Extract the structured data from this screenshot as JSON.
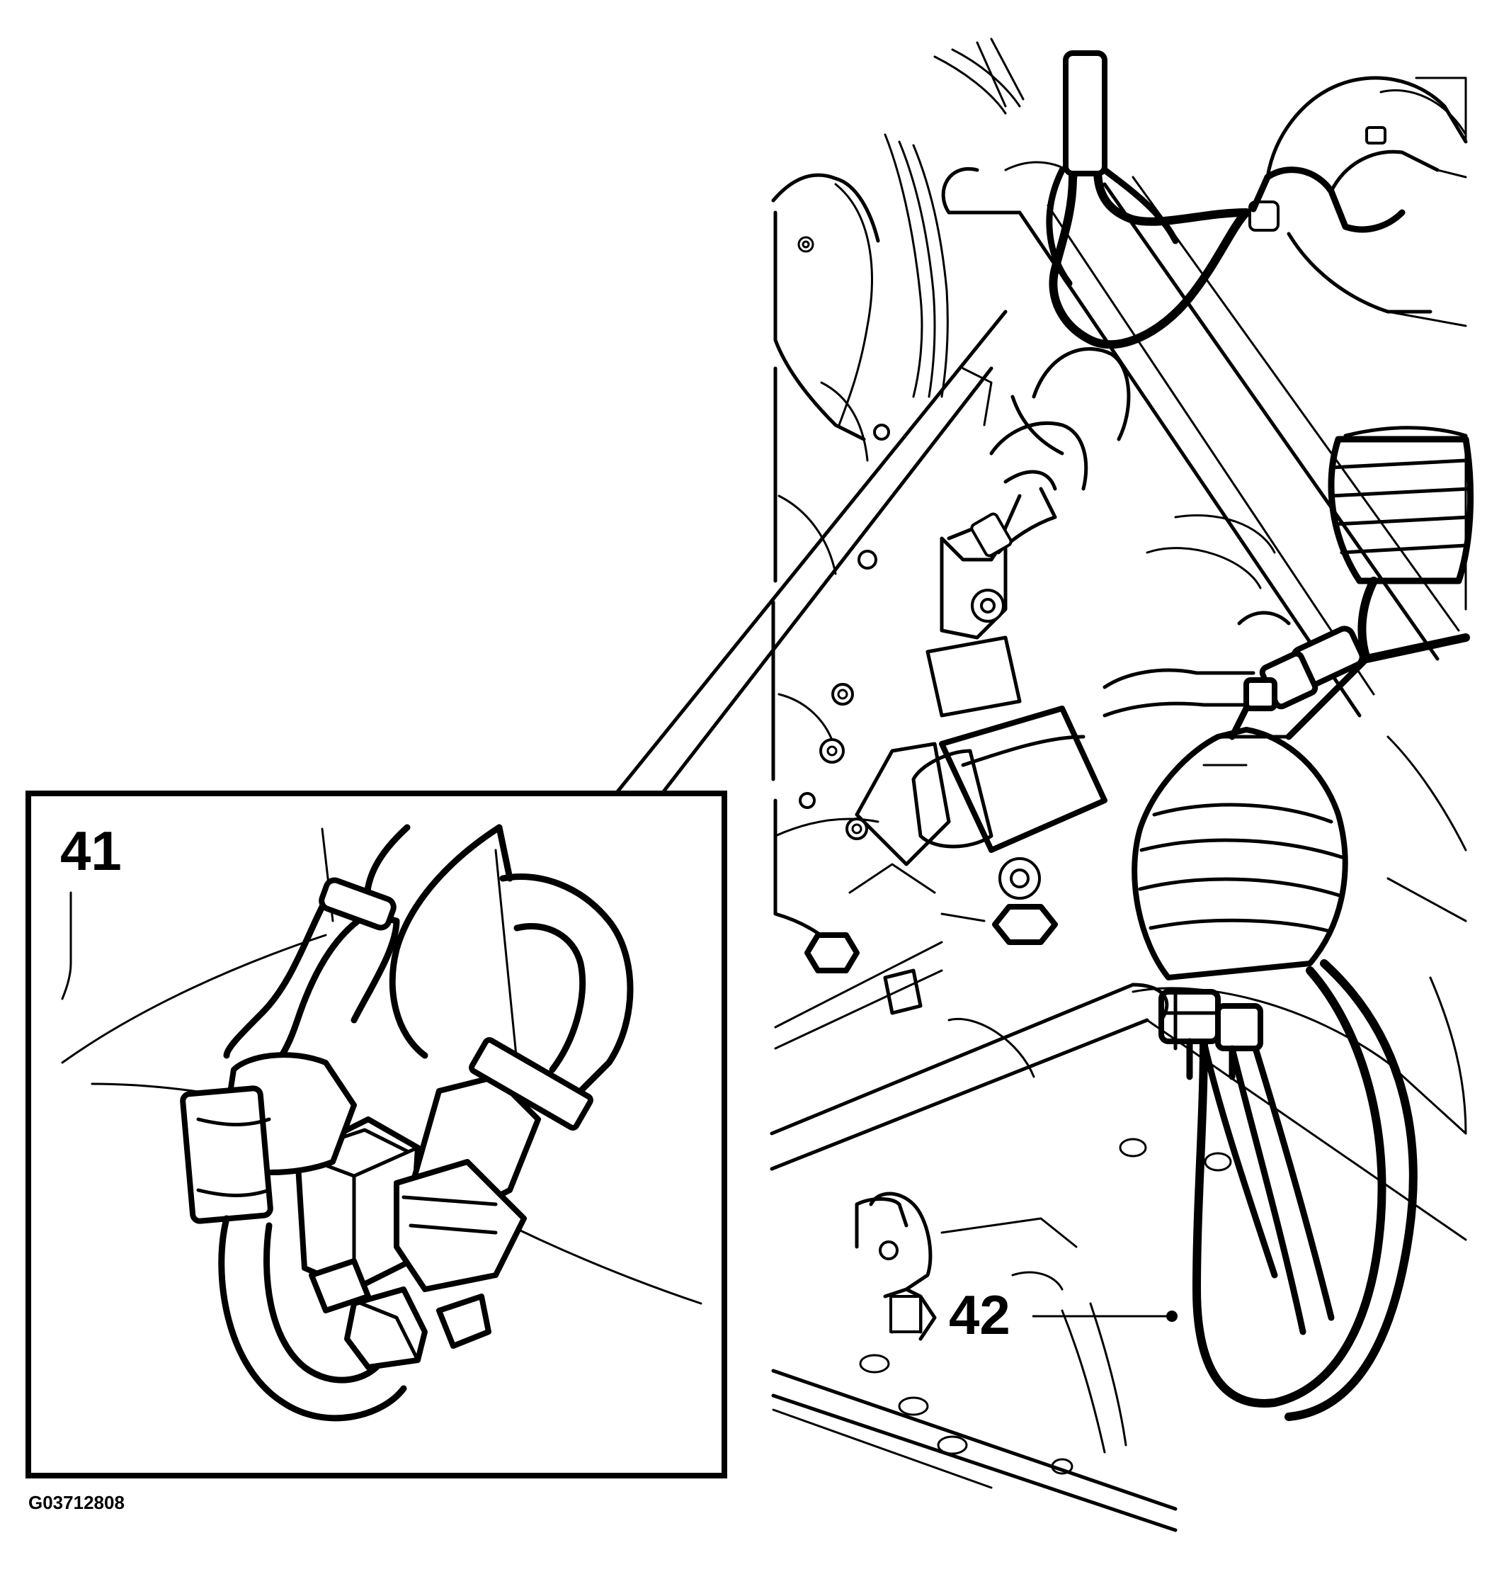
{
  "figure": {
    "callouts": [
      {
        "id": "41",
        "label": "41"
      },
      {
        "id": "42",
        "label": "42"
      }
    ],
    "figure_code": "G03712808"
  }
}
